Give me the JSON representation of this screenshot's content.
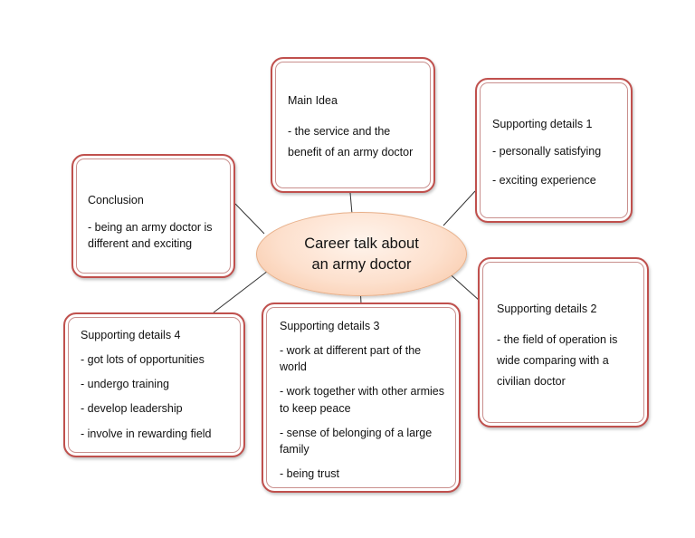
{
  "center": {
    "line1": "Career talk about",
    "line2": "an army doctor"
  },
  "main_idea": {
    "title": "Main Idea",
    "items": [
      "- the service and the benefit of an army doctor"
    ]
  },
  "supporting_1": {
    "title": "Supporting details 1",
    "items": [
      "- personally satisfying",
      "- exciting experience"
    ]
  },
  "conclusion": {
    "title": "Conclusion",
    "items": [
      "- being an army doctor is different and exciting"
    ]
  },
  "supporting_2": {
    "title": "Supporting details 2",
    "items": [
      "- the field of operation is wide comparing with a civilian doctor"
    ]
  },
  "supporting_4": {
    "title": "Supporting details 4",
    "items": [
      "- got lots of opportunities",
      "- undergo training",
      "- develop leadership",
      "- involve in rewarding field"
    ]
  },
  "supporting_3": {
    "title": "Supporting details 3",
    "items": [
      "- work at different part of the world",
      "- work together with other armies to keep peace",
      "- sense of belonging of a large family",
      "- being trust"
    ]
  },
  "colors": {
    "box_border": "#c0504d",
    "center_fill": "#fde0cd",
    "connector": "#333333"
  }
}
